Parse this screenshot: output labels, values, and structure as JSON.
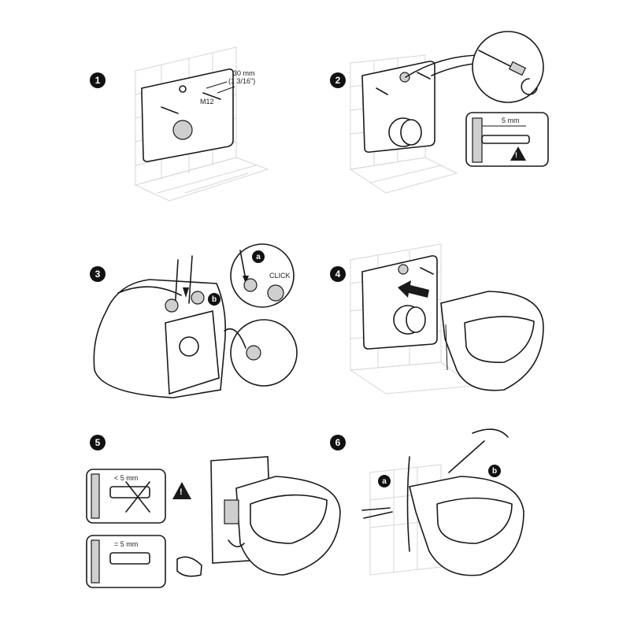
{
  "steps": [
    {
      "number": "1",
      "labels": {
        "distance": "30 mm",
        "distance_inch": "(1 3/16\")",
        "bolt": "M12"
      }
    },
    {
      "number": "2",
      "labels": {
        "depth": "5 mm"
      }
    },
    {
      "number": "3",
      "labels": {
        "sub_a": "a",
        "sub_b": "b",
        "click": "CLICK"
      }
    },
    {
      "number": "4",
      "labels": {}
    },
    {
      "number": "5",
      "labels": {
        "wrong_depth": "< 5 mm",
        "right_depth": "= 5 mm"
      }
    },
    {
      "number": "6",
      "labels": {
        "sub_a": "a",
        "sub_b": "b"
      }
    }
  ],
  "icons": {
    "warning": "warning-triangle-icon",
    "click_arrow": "rotate-arrow-icon"
  }
}
